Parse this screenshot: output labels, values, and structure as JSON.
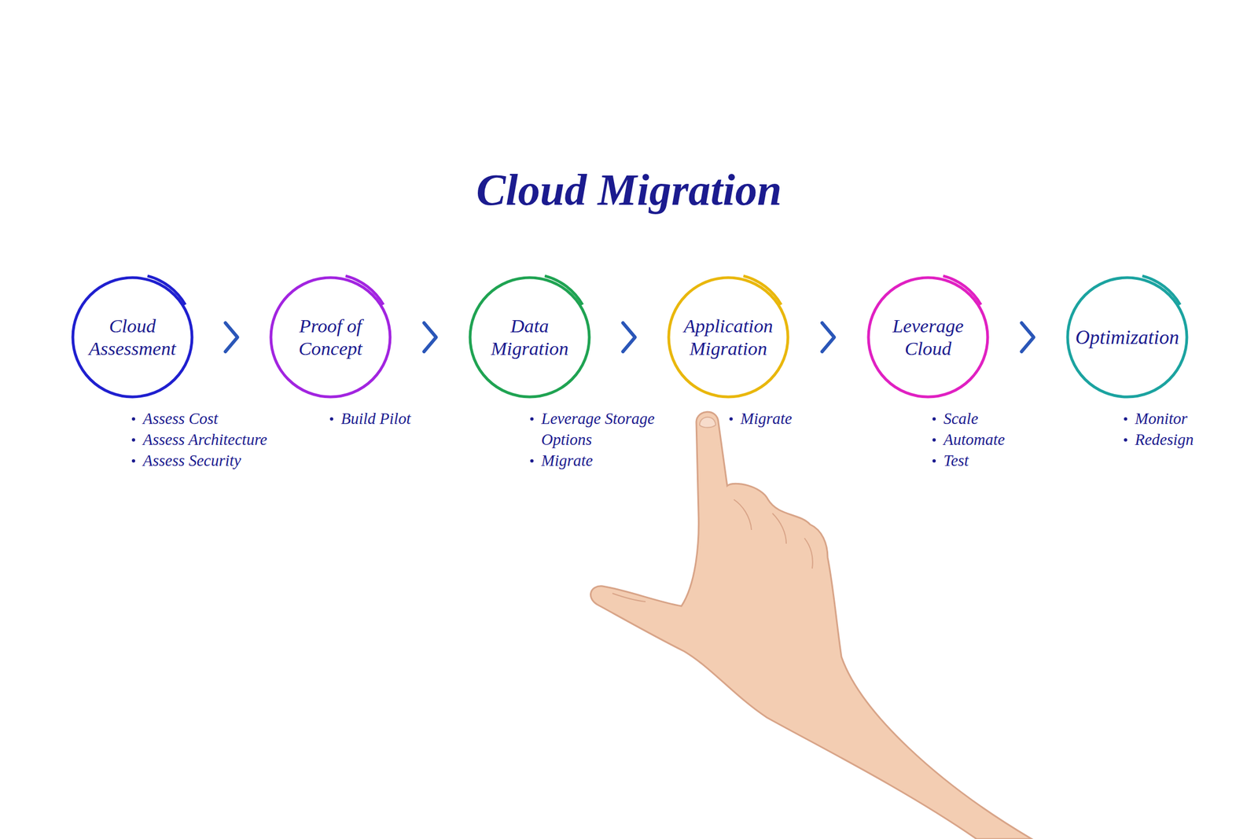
{
  "diagram": {
    "title": "Cloud Migration",
    "nodes": [
      {
        "text": [
          "Cloud Assessment",
          "Assess Cost",
          "Assess Architecture",
          "Assess Security"
        ]
      },
      {
        "text": [
          "Proof of Concept",
          "Build Pilot"
        ]
      },
      {
        "text": [
          "Data Migration",
          "Leverage Storage Options",
          "Migrate"
        ]
      },
      {
        "text": [
          "Application Migration",
          "Migrate"
        ]
      },
      {
        "text": [
          "Leverage Cloud",
          "Scale",
          "Automate",
          "Test"
        ]
      },
      {
        "text": [
          "Optimization",
          "Monitor",
          "Redesign"
        ]
      }
    ],
    "edges": [
      {
        "from": 0,
        "to": 1,
        "arrow": "to"
      },
      {
        "from": 1,
        "to": 2,
        "arrow": "to"
      },
      {
        "from": 2,
        "to": 3,
        "arrow": "to"
      },
      {
        "from": 3,
        "to": 4,
        "arrow": "to"
      },
      {
        "from": 4,
        "to": 5,
        "arrow": "to"
      }
    ]
  }
}
